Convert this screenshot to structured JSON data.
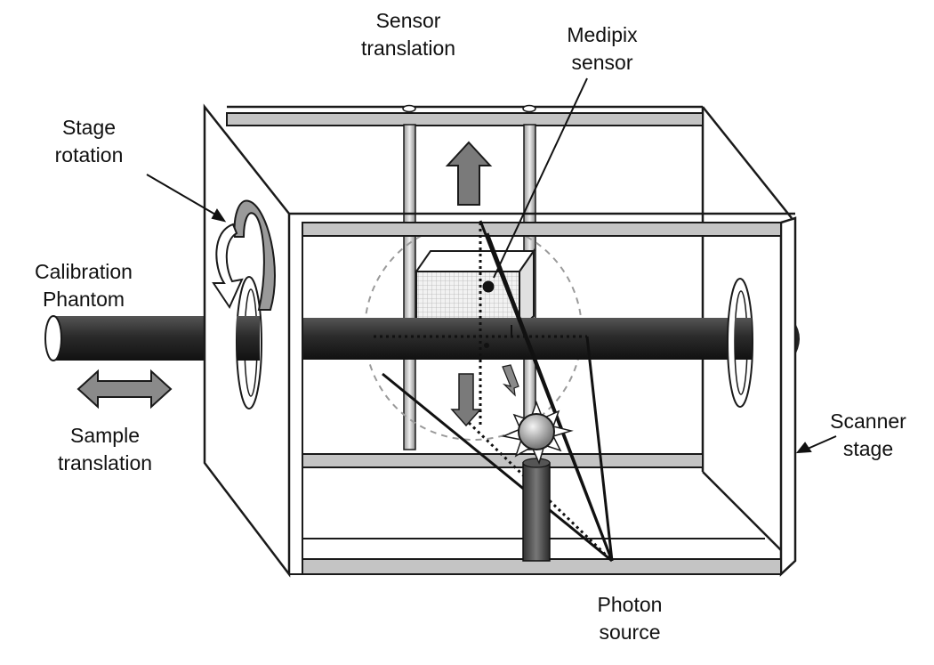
{
  "labels": {
    "sensor_translation": [
      "Sensor",
      "translation"
    ],
    "medipix_sensor": [
      "Medipix",
      "sensor"
    ],
    "stage_rotation": [
      "Stage",
      "rotation"
    ],
    "calibration_phantom": [
      "Calibration",
      "Phantom"
    ],
    "sample_translation": [
      "Sample",
      "translation"
    ],
    "scanner_stage": [
      "Scanner",
      "stage"
    ],
    "photon_source": [
      "Photon",
      "source"
    ]
  },
  "colors": {
    "frame_line": "#1a1a1a",
    "rail_fill": "#c4c4c4",
    "rod_dark": "#2a2a2a",
    "arrow_fill": "#7a7a7a",
    "dashed_circle": "#9a9a9a"
  },
  "icons": [
    "sensor-arrow-icon",
    "sample-translation-arrow-icon",
    "rotation-arrow-icon",
    "photon-source-icon"
  ]
}
